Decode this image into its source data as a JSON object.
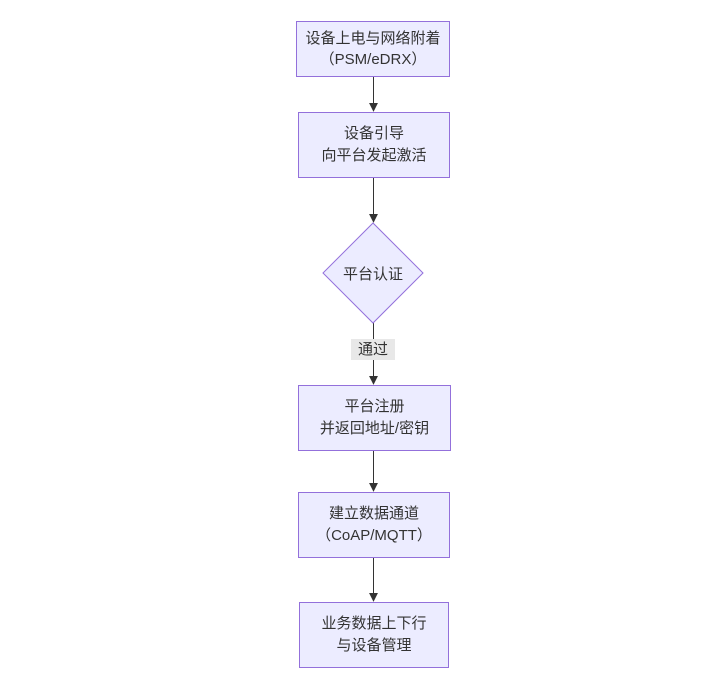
{
  "diagram": {
    "kind": "flowchart",
    "direction": "top-down",
    "background": "#ffffff"
  },
  "theme": {
    "node_fill": "#ececff",
    "node_border": "#9370db",
    "text_color": "#333333",
    "arrow_color": "#333333",
    "edge_label_bg": "#e8e8e8"
  },
  "nodes": {
    "power_attach": {
      "shape": "rect",
      "line1": "设备上电与网络附着",
      "line2": "（PSM/eDRX）"
    },
    "bootstrap": {
      "shape": "rect",
      "line1": "设备引导",
      "line2": "向平台发起激活"
    },
    "auth": {
      "shape": "diamond",
      "label": "平台认证"
    },
    "register": {
      "shape": "rect",
      "line1": "平台注册",
      "line2": "并返回地址/密钥"
    },
    "channel": {
      "shape": "rect",
      "line1": "建立数据通道",
      "line2": "（CoAP/MQTT）"
    },
    "business": {
      "shape": "rect",
      "line1": "业务数据上下行",
      "line2": "与设备管理"
    }
  },
  "edges": {
    "pass_label": "通过"
  }
}
